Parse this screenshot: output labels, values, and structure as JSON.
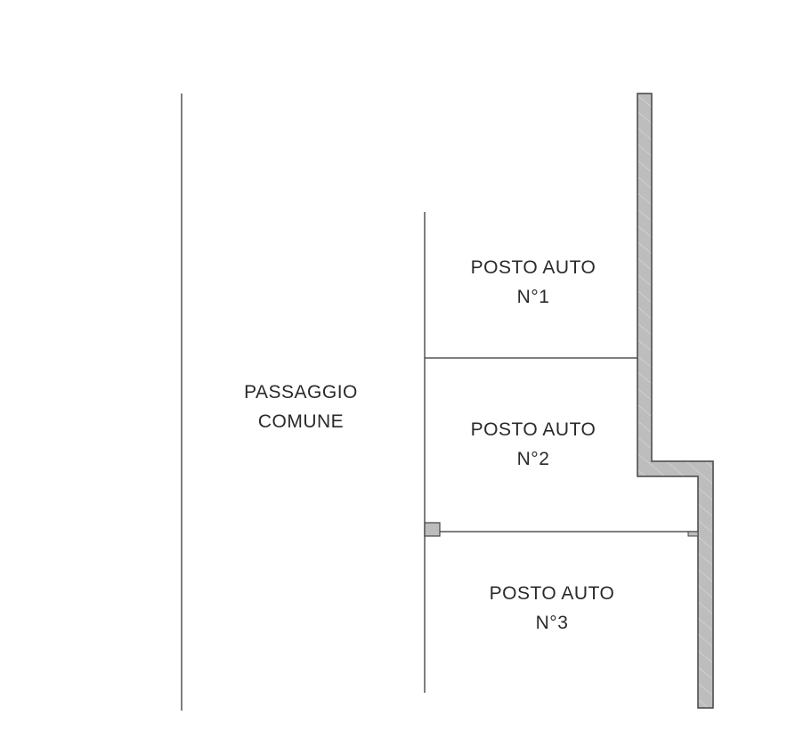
{
  "labels": {
    "passage": "PASSAGGIO\nCOMUNE",
    "spot1": "POSTO AUTO\nN°1",
    "spot2": "POSTO AUTO\nN°2",
    "spot3": "POSTO AUTO\nN°3"
  },
  "colors": {
    "wall_fill": "#bdbdbd",
    "line": "#555555"
  }
}
